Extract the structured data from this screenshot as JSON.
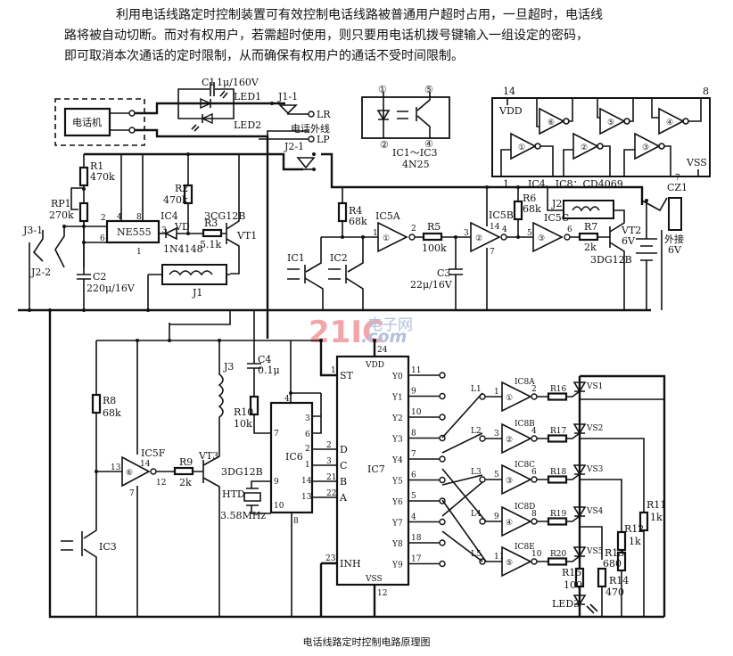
{
  "intro": {
    "line1": "利用电话线路定时控制装置可有效控制电话线路被普通用户超时占用，一旦超时，电话线",
    "line2": "路将被自动切断。而对有权用户，若需超时使用，则只要用电话机拨号键输入一组设定的密码，",
    "line3": "即可取消本次通话的定时限制，从而确保有权用户的通话不受时间限制。"
  },
  "caption": "电话线路定时控制电路原理图",
  "watermark": {
    "brand": "21IC",
    "cn": "电子网",
    "domain": ".com"
  },
  "phone": {
    "label": "电话机",
    "external_line": "电话外线",
    "LR": "LR",
    "LP": "LP"
  },
  "top": {
    "c1": "C1",
    "c1_value": "1μ/160V",
    "led1": "LED1",
    "led2": "LED2",
    "j1_1": "J1-1",
    "j2_1": "J2-1"
  },
  "optocoupler": {
    "pins": [
      "①",
      "②",
      "④",
      "⑤"
    ],
    "name": "IC1～IC3",
    "part": "4N25"
  },
  "cd4069": {
    "pin_vdd": "14",
    "vdd": "VDD",
    "pin_8": "8",
    "vss": "VSS",
    "pin_1": "1",
    "pin_7": "7",
    "gates": [
      "①",
      "②",
      "③",
      "④",
      "⑤",
      "⑥"
    ],
    "label": "IC4、IC8：CD4069"
  },
  "timer": {
    "r1": "R1",
    "r1_value": "470k",
    "rp1": "RP1",
    "rp1_value": "270k",
    "chip": "NE555",
    "pin2": "2",
    "pin4": "4",
    "pin8": "8",
    "pin6": "6",
    "pin3": "3",
    "pin1": "1",
    "j3_1": "J3-1",
    "j2_2": "J2-2",
    "c2": "C2",
    "c2_value": "220μ/16V",
    "r2": "R2",
    "r2_value": "470k",
    "ic4": "IC4",
    "vd": "VD",
    "vd_part": "1N4148",
    "r3": "R3",
    "r3_value": "5.1k",
    "vt1": "VT1",
    "vt1_part": "3CG12B",
    "j1": "J1"
  },
  "detector": {
    "r4": "R4",
    "r4_value": "68k",
    "ic1": "IC1",
    "ic2": "IC2",
    "ic5a": "IC5A",
    "g1": "①",
    "p1": "1",
    "p2": "2",
    "r5": "R5",
    "r5_value": "100k",
    "c3": "C3",
    "c3_value": "22μ/16V",
    "ic5b": "IC5B",
    "g2": "②",
    "p3": "3",
    "p14": "14",
    "p4": "4",
    "p7": "7",
    "r6": "R6",
    "r6_value": "68k",
    "ic5c": "IC5C",
    "g3": "③",
    "p5": "5",
    "p6": "6",
    "r7": "R7",
    "r7_value": "2k",
    "vt2": "VT2",
    "vt2_part": "3DG12B",
    "vt2_v": "6V",
    "j2": "J2",
    "cz1": "CZ1",
    "ext_power": "外接",
    "ext_v": "6V"
  },
  "decoder": {
    "r8": "R8",
    "r8_value": "68k",
    "ic5f": "IC5F",
    "g6": "⑥",
    "p13": "13",
    "p14": "14",
    "p12": "12",
    "p7": "7",
    "r9": "R9",
    "r9_value": "2k",
    "vt3": "VT3",
    "vt3_part": "3DG12B",
    "j3": "J3",
    "c4": "C4",
    "c4_value": "0.1μ",
    "r10": "R10",
    "r10_value": "10k",
    "htd": "HTD",
    "xtal": "3.58MHz",
    "ic3": "IC3",
    "ic6": {
      "name": "IC6",
      "pins_left": [
        "7",
        "9",
        "10"
      ],
      "pins_right": [
        "3",
        "6",
        "2",
        "1",
        "14",
        "13"
      ],
      "pin_top": "4",
      "pin_bot": "8"
    },
    "ic7": {
      "name": "IC7",
      "vdd": "VDD",
      "vss": "VSS",
      "pin_vdd": "24",
      "pin_vss": "12",
      "st": "ST",
      "pin_st": "1",
      "inh": "INH",
      "pin_inh": "23",
      "inputs": [
        {
          "pin": "2",
          "name": "D"
        },
        {
          "pin": "3",
          "name": "C"
        },
        {
          "pin": "21",
          "name": "B"
        },
        {
          "pin": "22",
          "name": "A"
        }
      ],
      "outputs": [
        {
          "name": "Y0",
          "pin": "11"
        },
        {
          "name": "Y1",
          "pin": "9"
        },
        {
          "name": "Y2",
          "pin": "10"
        },
        {
          "name": "Y3",
          "pin": "8"
        },
        {
          "name": "Y4",
          "pin": "7"
        },
        {
          "name": "Y5",
          "pin": "6"
        },
        {
          "name": "Y6",
          "pin": "5"
        },
        {
          "name": "Y7",
          "pin": "4"
        },
        {
          "name": "Y8",
          "pin": "18"
        },
        {
          "name": "Y9",
          "pin": "17"
        }
      ]
    }
  },
  "latch": {
    "rows": [
      {
        "l": "L1",
        "ic": "IC8A",
        "g": "①",
        "pin_in": "1",
        "pin_out": "2",
        "r": "R16",
        "vs": "VS1"
      },
      {
        "l": "L2",
        "ic": "IC8B",
        "g": "②",
        "pin_in": "3",
        "pin_out": "4",
        "r": "R17",
        "vs": "VS2"
      },
      {
        "l": "L3",
        "ic": "IC8C",
        "g": "③",
        "pin_in": "5",
        "pin_out": "6",
        "r": "R18",
        "vs": "VS3"
      },
      {
        "l": "L4",
        "ic": "IC8D",
        "g": "④",
        "pin_in": "9",
        "pin_out": "8",
        "r": "R19",
        "vs": "VS4"
      },
      {
        "l": "L5",
        "ic": "IC8E",
        "g": "⑤",
        "pin_in": "11",
        "pin_out": "10",
        "r": "R20",
        "vs": "VS5"
      }
    ],
    "r11": "R11",
    "r11_value": "1k",
    "r12": "R12",
    "r12_value": "1k",
    "r13": "R13",
    "r13_value": "680",
    "r14": "R14",
    "r14_value": "470",
    "r15": "R15",
    "r15_value": "100",
    "led3": "LED3"
  }
}
